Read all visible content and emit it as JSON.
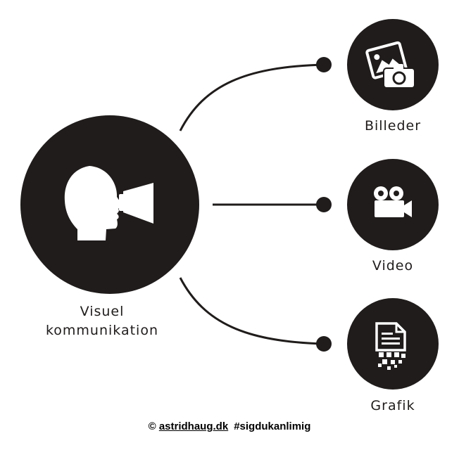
{
  "colors": {
    "fill": "#1f1c1b",
    "icon": "#ffffff",
    "background": "#ffffff"
  },
  "main": {
    "label_line1": "Visuel",
    "label_line2": "kommunikation",
    "icon": "head-with-megaphone-icon"
  },
  "nodes": [
    {
      "label": "Billeder",
      "icon": "photo-camera-icon"
    },
    {
      "label": "Video",
      "icon": "video-camera-icon"
    },
    {
      "label": "Grafik",
      "icon": "document-pixel-icon"
    }
  ],
  "footer": {
    "copyright": "©",
    "site": "astridhaug.dk",
    "hashtag": "#sigdukanlimig"
  }
}
